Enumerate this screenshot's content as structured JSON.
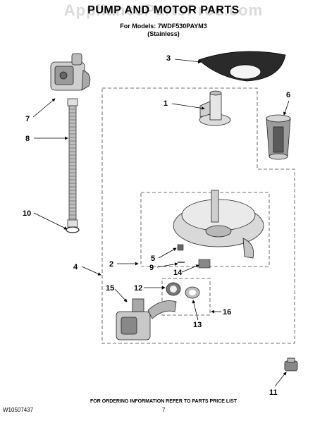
{
  "watermark": "AppliancePartsPros.com",
  "title": "PUMP AND MOTOR PARTS",
  "models_line": "For Models: 7WDF530PAYM3",
  "finish": "(Stainless)",
  "callouts": [
    "1",
    "2",
    "3",
    "4",
    "5",
    "6",
    "7",
    "8",
    "9",
    "10",
    "11",
    "12",
    "13",
    "14",
    "15",
    "16"
  ],
  "footer": "FOR ORDERING INFORMATION REFER TO PARTS PRICE LIST",
  "doc_number": "W10507437",
  "page_number": "7"
}
